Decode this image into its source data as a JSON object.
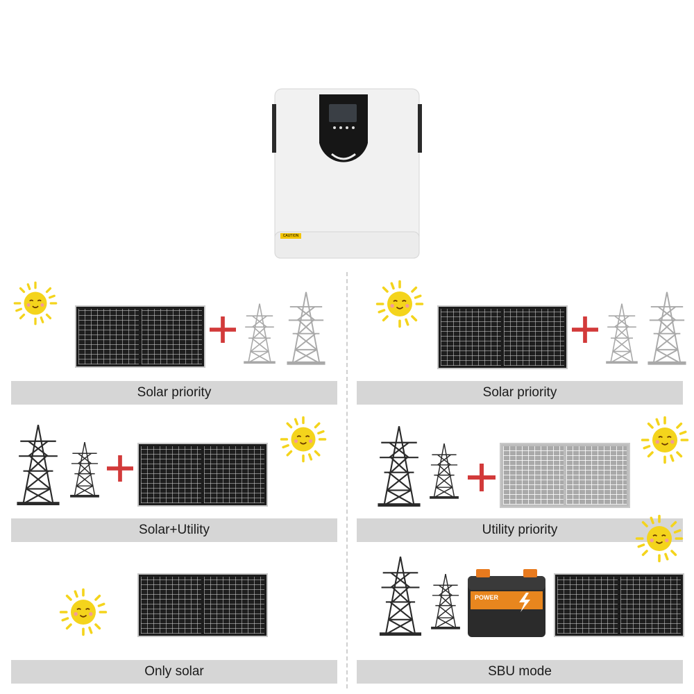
{
  "product": {
    "caution_label": "CAUTION"
  },
  "modes": {
    "left": [
      "Solar priority",
      "Solar+Utility",
      "Only solar"
    ],
    "right": [
      "Solar priority",
      "Utility priority",
      "SBU mode"
    ]
  },
  "battery": {
    "brand": "POWER"
  },
  "colors": {
    "plus": "#d23a3a",
    "bar": "#d6d6d6",
    "sun": "#f4d41c"
  }
}
